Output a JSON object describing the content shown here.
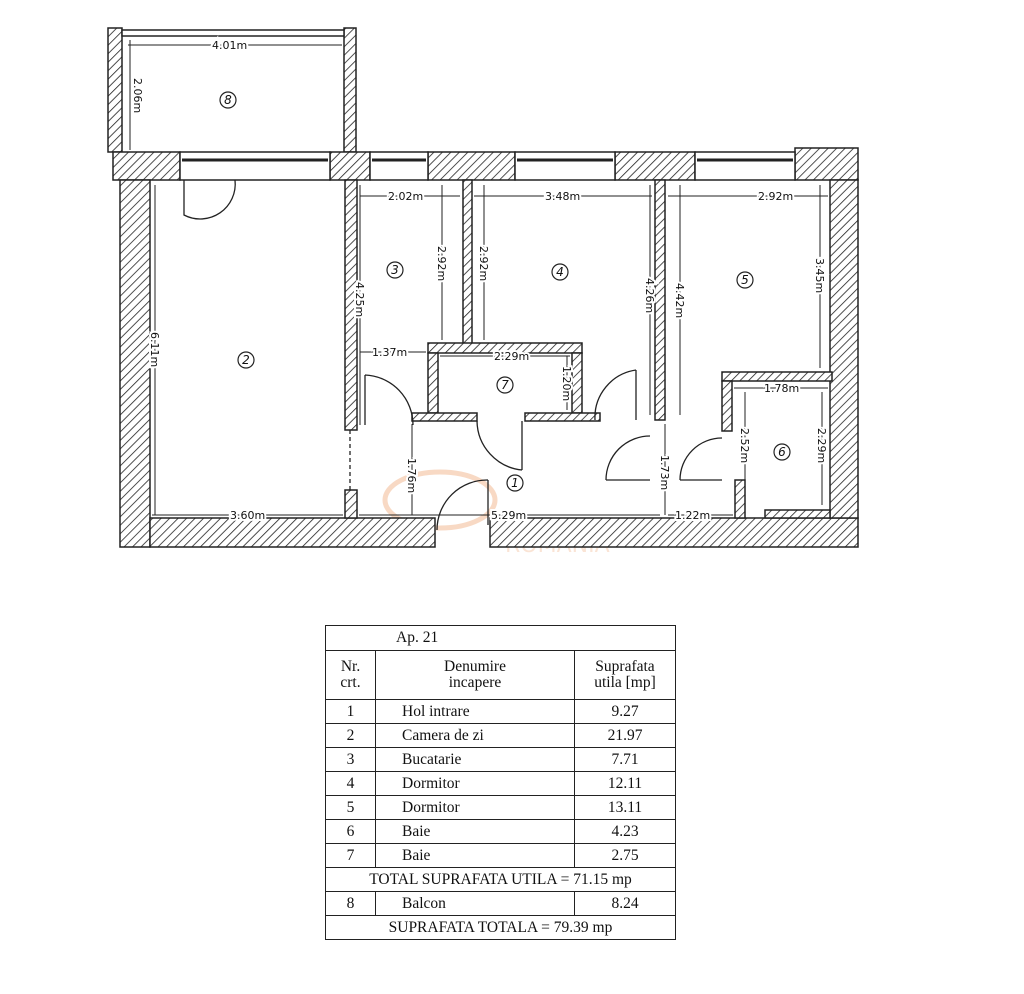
{
  "plan": {
    "rooms": [
      {
        "num": "1"
      },
      {
        "num": "2"
      },
      {
        "num": "3"
      },
      {
        "num": "4"
      },
      {
        "num": "5"
      },
      {
        "num": "6"
      },
      {
        "num": "7"
      },
      {
        "num": "8"
      }
    ],
    "dimensions": {
      "balcony_width": "4.01m",
      "balcony_depth": "2.06m",
      "kitchen_width": "2.02m",
      "bed4_width": "3.48m",
      "bed5_width": "2.92m",
      "living_depth": "6.11m",
      "kitchen_depth": "4.25m",
      "kitchen_inner": "2.92m",
      "bed4_inner": "2.92m",
      "bed4_depth": "4.26m",
      "bed5_depth": "4.42m",
      "bed5_inner": "3.45m",
      "hall_a": "1.37m",
      "bath7_width": "2.29m",
      "bath7_depth": "1.20m",
      "bath6_width": "1.78m",
      "bath6_depth": "2.52m",
      "bath6_inner": "2.29m",
      "hall_depth": "1.76m",
      "hall_depth2": "1.73m",
      "living_width": "3.60m",
      "hall_width": "5.29m",
      "hall_width2": "1.22m"
    },
    "watermark": "ROMANIA",
    "colors": {
      "walls": "#222222",
      "watermark": "#f2b48a"
    }
  },
  "table": {
    "title": "Ap. 21",
    "headers": [
      "Nr.\ncrt.",
      "Denumire\nincapere",
      "Suprafata\nutila [mp]"
    ],
    "rows": [
      {
        "nr": "1",
        "name": "Hol intrare",
        "area": "9.27"
      },
      {
        "nr": "2",
        "name": "Camera de zi",
        "area": "21.97"
      },
      {
        "nr": "3",
        "name": "Bucatarie",
        "area": "7.71"
      },
      {
        "nr": "4",
        "name": "Dormitor",
        "area": "12.11"
      },
      {
        "nr": "5",
        "name": "Dormitor",
        "area": "13.11"
      },
      {
        "nr": "6",
        "name": "Baie",
        "area": "4.23"
      },
      {
        "nr": "7",
        "name": "Baie",
        "area": "2.75"
      }
    ],
    "total_utila": "TOTAL SUPRAFATA UTILA = 71.15 mp",
    "balcon": {
      "nr": "8",
      "name": "Balcon",
      "area": "8.24"
    },
    "total": "SUPRAFATA TOTALA = 79.39 mp"
  }
}
